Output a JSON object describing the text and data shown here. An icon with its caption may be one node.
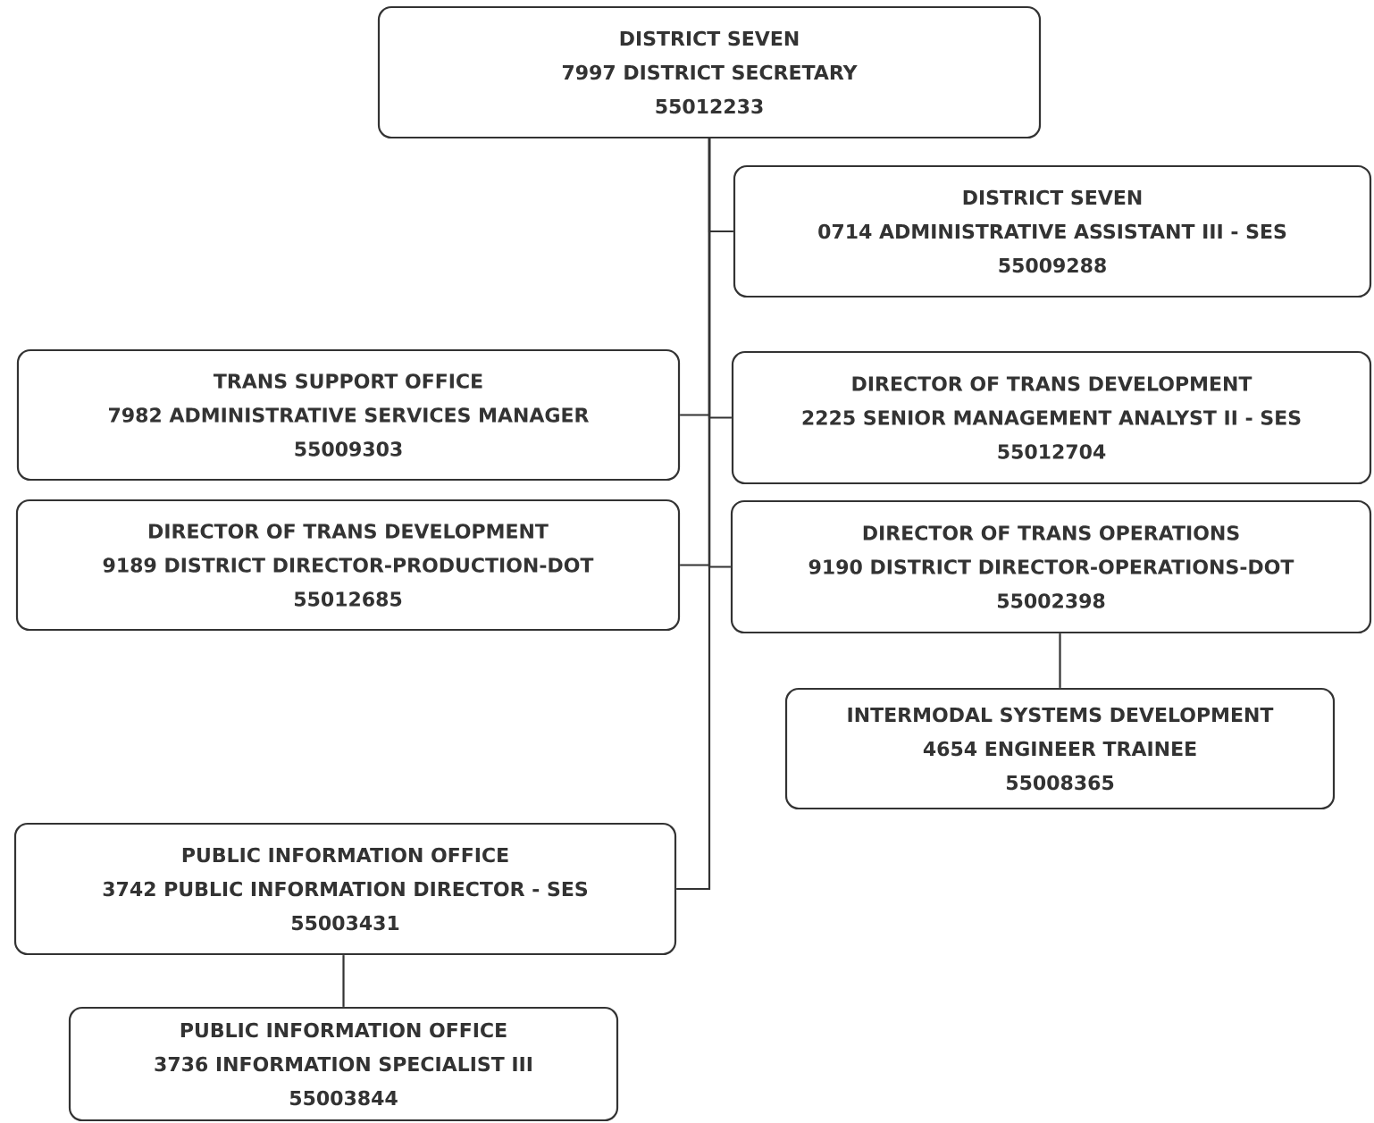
{
  "diagram": {
    "nodes": [
      {
        "text": [
          "DISTRICT SEVEN",
          "7997  DISTRICT SECRETARY",
          "55012233"
        ]
      },
      {
        "text": [
          "DISTRICT SEVEN",
          "0714  ADMINISTRATIVE ASSISTANT III - SES",
          "55009288"
        ]
      },
      {
        "text": [
          "TRANS SUPPORT OFFICE",
          "7982  ADMINISTRATIVE SERVICES MANAGER",
          "55009303"
        ]
      },
      {
        "text": [
          "DIRECTOR OF TRANS DEVELOPMENT",
          "2225  SENIOR MANAGEMENT ANALYST II - SES",
          "55012704"
        ]
      },
      {
        "text": [
          "DIRECTOR OF TRANS DEVELOPMENT",
          "9189  DISTRICT DIRECTOR-PRODUCTION-DOT",
          "55012685"
        ]
      },
      {
        "text": [
          "DIRECTOR OF TRANS OPERATIONS",
          "9190  DISTRICT DIRECTOR-OPERATIONS-DOT",
          "55002398"
        ]
      },
      {
        "text": [
          "INTERMODAL SYSTEMS DEVELOPMENT",
          "4654  ENGINEER TRAINEE",
          "55008365"
        ]
      },
      {
        "text": [
          "PUBLIC INFORMATION OFFICE",
          "3742  PUBLIC INFORMATION DIRECTOR  - SES",
          "55003431"
        ]
      },
      {
        "text": [
          "PUBLIC INFORMATION OFFICE",
          "3736  INFORMATION SPECIALIST III",
          "55003844"
        ]
      }
    ],
    "edges": [
      {
        "from": 0,
        "to": 1,
        "arrow": "none"
      },
      {
        "from": 0,
        "to": 2,
        "arrow": "none"
      },
      {
        "from": 0,
        "to": 3,
        "arrow": "none"
      },
      {
        "from": 0,
        "to": 4,
        "arrow": "none"
      },
      {
        "from": 0,
        "to": 5,
        "arrow": "none"
      },
      {
        "from": 0,
        "to": 7,
        "arrow": "none"
      },
      {
        "from": 5,
        "to": 6,
        "arrow": "none"
      },
      {
        "from": 7,
        "to": 8,
        "arrow": "none"
      }
    ]
  }
}
